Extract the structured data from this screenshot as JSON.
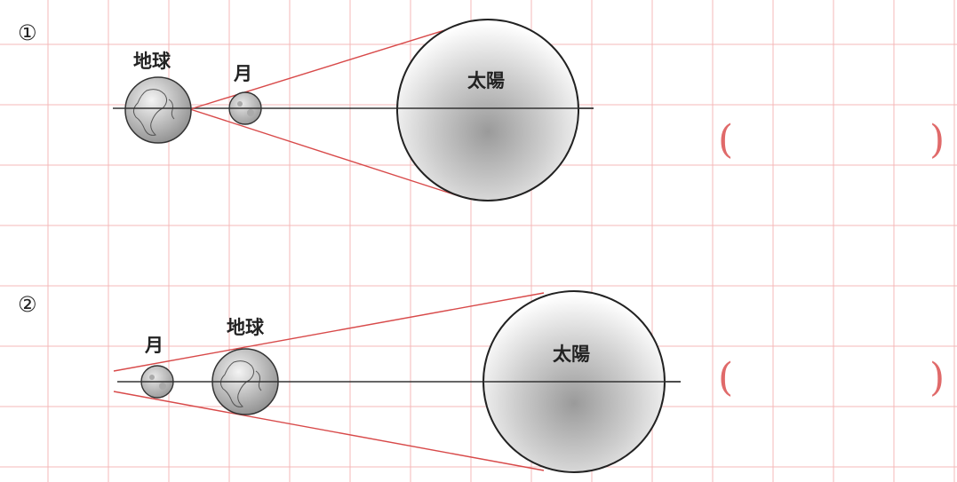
{
  "diagram_1": {
    "number": "①",
    "earth_label": "地球",
    "moon_label": "月",
    "sun_label": "太陽",
    "paren_open": "(",
    "paren_close": ")"
  },
  "diagram_2": {
    "number": "②",
    "moon_label": "月",
    "earth_label": "地球",
    "sun_label": "太陽",
    "paren_open": "(",
    "paren_close": ")"
  },
  "colors": {
    "grid": "#f4b9b9",
    "ray": "#d84a4a",
    "axis": "#333333",
    "paren": "#e06a6a"
  }
}
